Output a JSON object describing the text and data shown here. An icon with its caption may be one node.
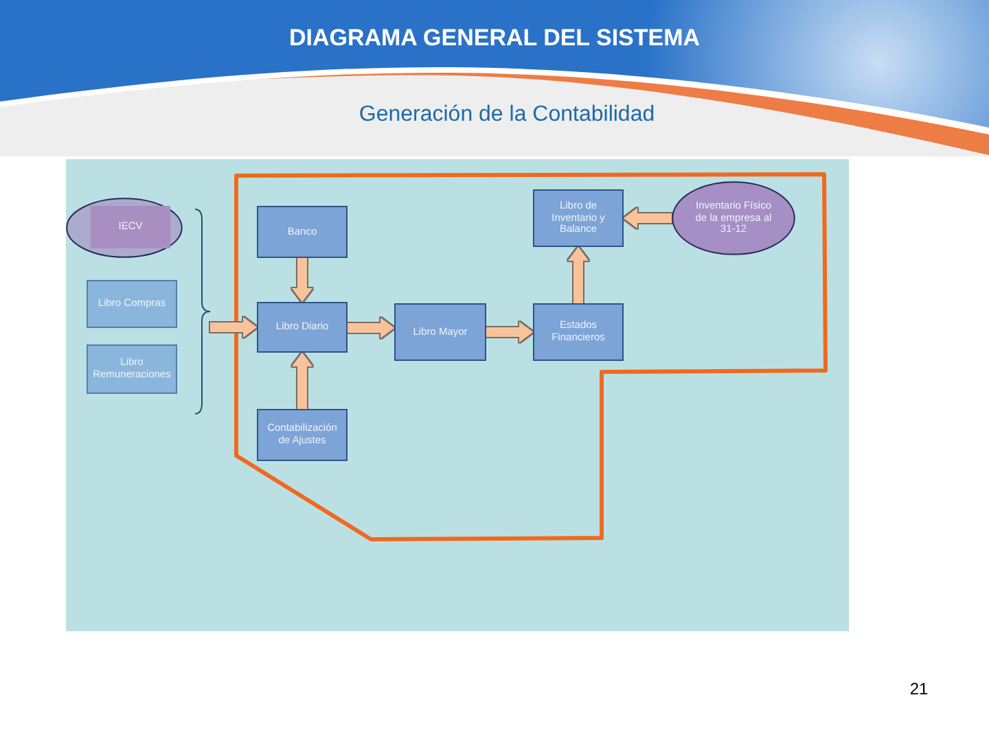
{
  "diagram": {
    "title": "DIAGRAMA GENERAL DEL SISTEMA",
    "nodes": [
      {
        "text": [],
        "shape": "circle"
      },
      {
        "text": [
          "IECV"
        ],
        "in": 0
      },
      {
        "text": [
          "Libro Compras"
        ]
      },
      {
        "text": [
          "Libro Remuneraciones"
        ]
      },
      {
        "text": [],
        "shape": "brace"
      },
      {
        "text": [
          "Banco"
        ]
      },
      {
        "text": [
          "Libro Diario"
        ]
      },
      {
        "text": [
          "Libro Mayor"
        ]
      },
      {
        "text": [
          "Libro de Inventario y Balance"
        ]
      },
      {
        "text": [
          "Inventario Físico de la empresa al 31-12"
        ]
      },
      {
        "text": [
          "Estados Financieros"
        ]
      },
      {
        "text": [
          "Contabilización de Ajustes"
        ]
      }
    ],
    "edges": [
      {
        "from": 4,
        "to": 6,
        "arrow": "to"
      },
      {
        "from": 5,
        "to": 6,
        "arrow": "to"
      },
      {
        "from": 11,
        "to": 6,
        "arrow": "to"
      },
      {
        "from": 6,
        "to": 7,
        "arrow": "to"
      },
      {
        "from": 7,
        "to": 10,
        "arrow": "to"
      },
      {
        "from": 10,
        "to": 8,
        "arrow": "to"
      },
      {
        "from": 9,
        "to": 8,
        "arrow": "to"
      }
    ],
    "labels": [
      "Generación de la Contabilidad",
      "21"
    ]
  }
}
